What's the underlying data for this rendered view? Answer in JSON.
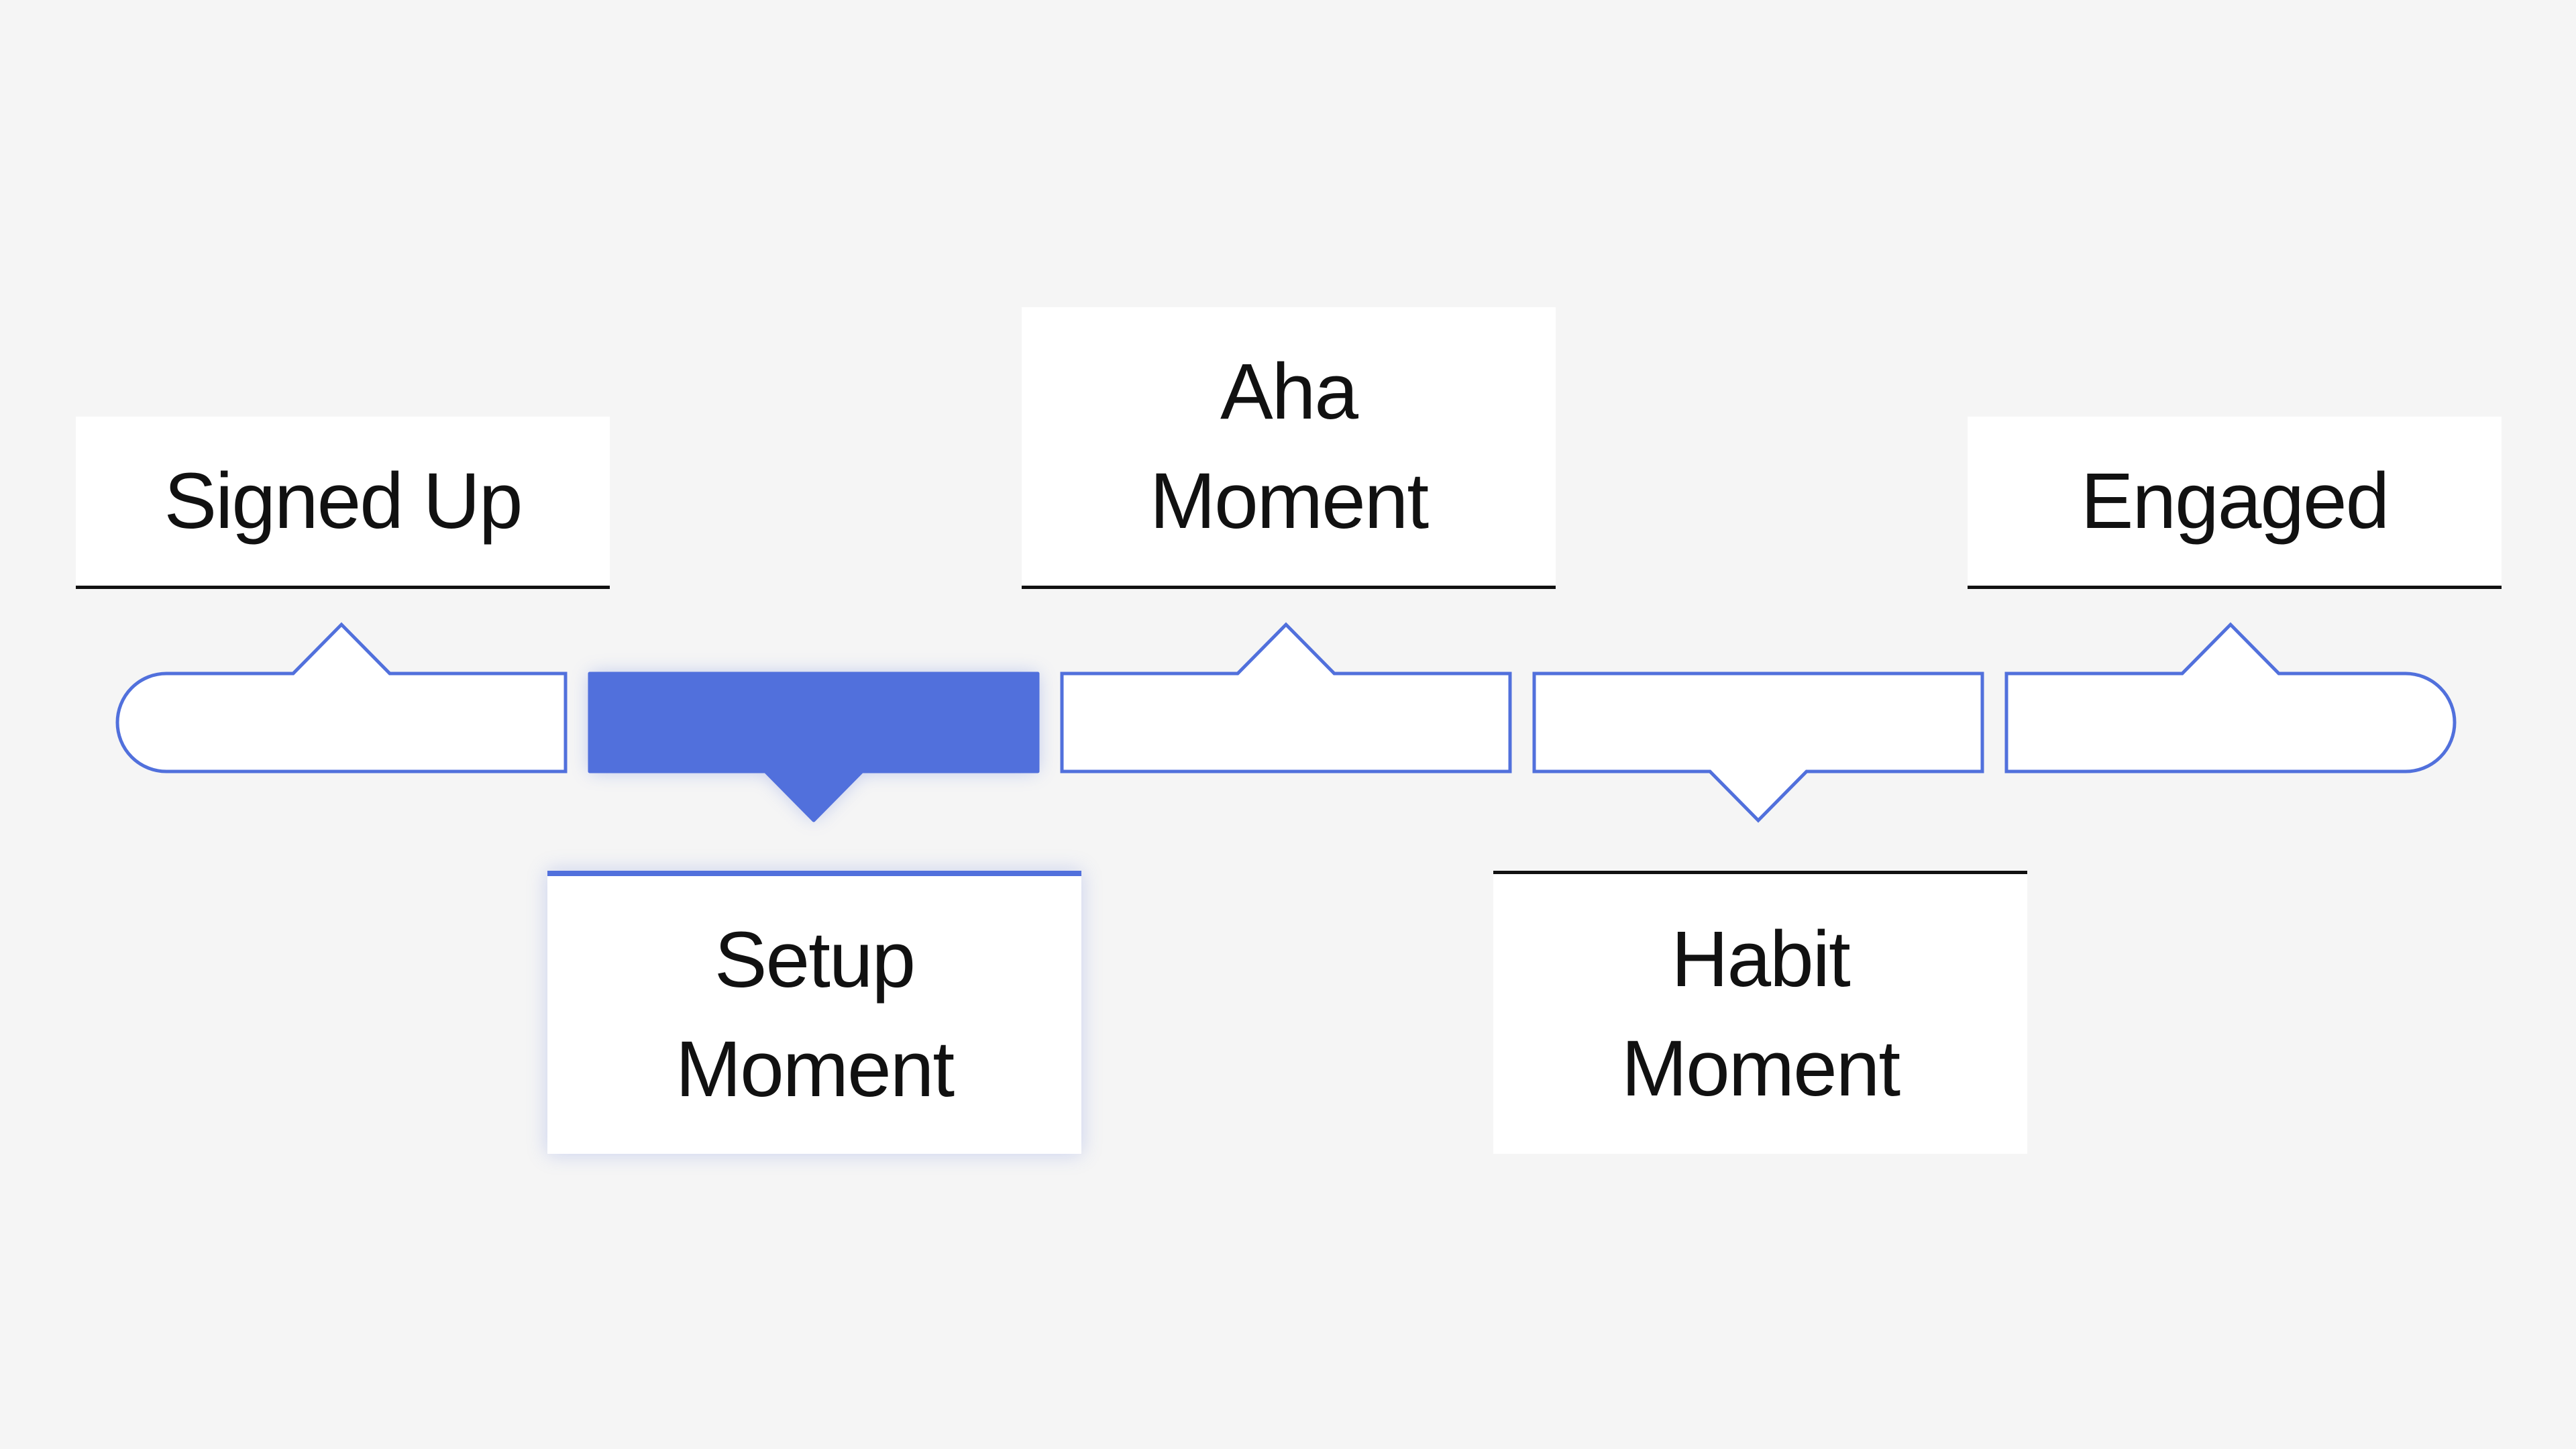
{
  "diagram": {
    "colors": {
      "background": "#f5f5f5",
      "accent": "#5170dc",
      "segment_fill": "#ffffff",
      "card_fill": "#ffffff",
      "text": "#111111",
      "rule": "#111111"
    },
    "stages": [
      {
        "id": "signed-up",
        "lines": [
          "Signed Up"
        ],
        "label_side": "above",
        "active": false
      },
      {
        "id": "setup-moment",
        "lines": [
          "Setup",
          "Moment"
        ],
        "label_side": "below",
        "active": true
      },
      {
        "id": "aha-moment",
        "lines": [
          "Aha",
          "Moment"
        ],
        "label_side": "above",
        "active": false
      },
      {
        "id": "habit-moment",
        "lines": [
          "Habit",
          "Moment"
        ],
        "label_side": "below",
        "active": false
      },
      {
        "id": "engaged",
        "lines": [
          "Engaged"
        ],
        "label_side": "above",
        "active": false
      }
    ]
  }
}
